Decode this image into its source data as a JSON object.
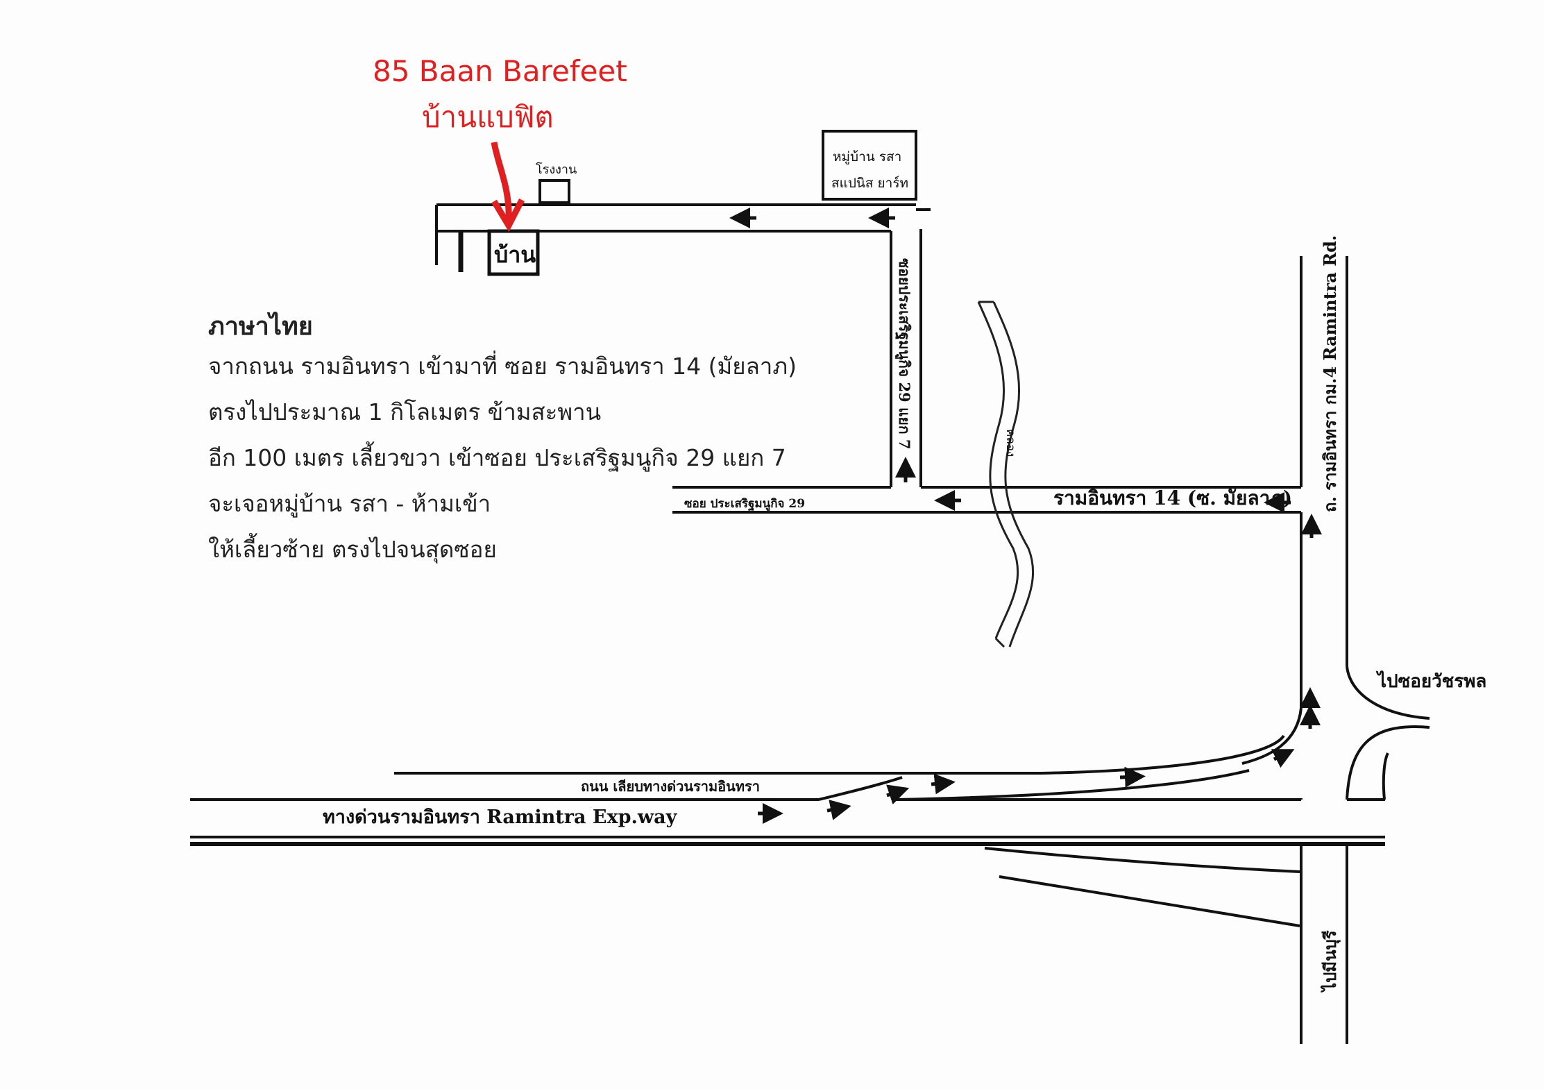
{
  "title": {
    "line1": "85  Baan Barefeet",
    "line2": "บ้านแบฟิต"
  },
  "colors": {
    "accent": "#e02020",
    "road": "#111111"
  },
  "directions": {
    "heading": "ภาษาไทย",
    "lines": [
      "จากถนน รามอินทรา เข้ามาที่ ซอย รามอินทรา 14 (มัยลาภ)",
      "ตรงไปประมาณ 1 กิโลเมตร ข้ามสะพาน",
      "อีก 100 เมตร เลี้ยวขวา เข้าซอย ประเสริฐมนูกิจ 29 แยก 7",
      "จะเจอหมู่บ้าน รสา - ห้ามเข้า",
      "ให้เลี้ยวซ้าย ตรงไปจนสุดซอย"
    ]
  },
  "labels": {
    "house": "บ้าน",
    "factory": "โรงงาน",
    "village_line1": "หมู่บ้าน รสา",
    "village_line2": "สแปนิส ยาร์ท",
    "soi_29_7": "ซอยประเสริฐมนูกิจ 29 แยก 7",
    "soi_29": "ซอย ประเสริฐมนูกิจ 29",
    "ramintra_14": "รามอินทรา 14 (ซ. มัยลาภ)",
    "canal": "คลอง",
    "ramintra_rd": "ถ. รามอินทรา กม.4 Ramintra Rd.",
    "to_watcharaphon": "ไปซอยวัชรพล",
    "frontage_road": "ถนน เลียบทางด่วนรามอินทรา",
    "expressway": "ทางด่วนรามอินทรา Ramintra Exp.way",
    "to_minburi": "ไปมีนบุรี"
  }
}
